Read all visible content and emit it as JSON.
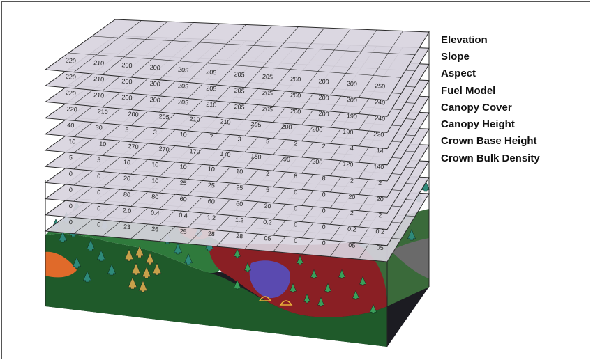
{
  "layers": [
    {
      "name": "Elevation",
      "values": [
        "220",
        "210",
        "200",
        "200",
        "205",
        "205",
        "205",
        "205",
        "200",
        "200",
        "200",
        "250"
      ]
    },
    {
      "name": "Slope",
      "values": [
        "220",
        "210",
        "200",
        "200",
        "205",
        "205",
        "205",
        "205",
        "200",
        "200",
        "200",
        "240"
      ]
    },
    {
      "name": "Aspect",
      "values": [
        "220",
        "210",
        "200",
        "200",
        "205",
        "210",
        "205",
        "205",
        "200",
        "200",
        "190",
        "240"
      ]
    },
    {
      "name": "Fuel Model",
      "values": [
        "220",
        "210",
        "200",
        "205",
        "210",
        "210",
        "205",
        "200",
        "200",
        "190",
        "220"
      ]
    },
    {
      "name": "Canopy Cover",
      "values": [
        "40",
        "30",
        "5",
        "3",
        "10",
        "7",
        "3",
        "5",
        "2",
        "2",
        "4",
        "14"
      ]
    },
    {
      "name": "Canopy Height",
      "values": [
        "10",
        "10",
        "270",
        "270",
        "170",
        "170",
        "130",
        "90",
        "200",
        "120",
        "140"
      ]
    },
    {
      "name": "Crown Base Height",
      "values": [
        "5",
        "5",
        "10",
        "10",
        "10",
        "10",
        "10",
        "2",
        "8",
        "8",
        "2",
        "2"
      ]
    },
    {
      "name": "Crown Bulk Density",
      "values": [
        "0",
        "0",
        "20",
        "10",
        "25",
        "25",
        "25",
        "5",
        "0",
        "0",
        "20",
        "20"
      ]
    }
  ],
  "bottom_layers": [
    {
      "values": [
        "0",
        "0",
        "80",
        "80",
        "60",
        "60",
        "60",
        "20",
        "0",
        "0",
        "2",
        "2"
      ]
    },
    {
      "values": [
        "0",
        "0",
        "2.0",
        "0.4",
        "0.4",
        "1.2",
        "1.2",
        "0.2",
        "0",
        "0",
        "0.2",
        "0.2"
      ]
    },
    {
      "values": [
        "0",
        "0",
        "23",
        "26",
        "25",
        "28",
        "28",
        "05",
        "0",
        "0",
        "05",
        "05"
      ]
    }
  ],
  "colors": {
    "layer_fill": "#d8d4de",
    "layer_stroke": "#2a2a2a",
    "base_dark": "#1c1c22",
    "terrain_green": "#2f7a3c",
    "terrain_dark_green": "#1f5a2a",
    "terrain_red": "#8a1f24",
    "terrain_orange": "#e06a2a",
    "terrain_purple": "#5a4ab0",
    "tree_teal": "#2e8a7a",
    "tree_tan": "#c8a04a"
  }
}
